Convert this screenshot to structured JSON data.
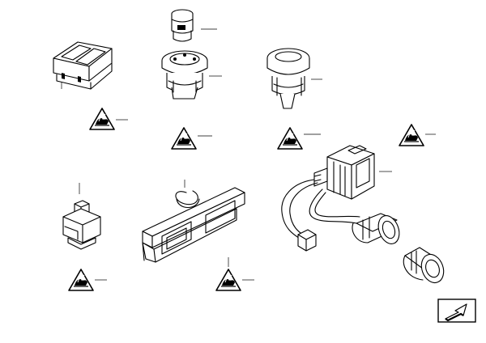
{
  "diagram": {
    "line_color": "#000000",
    "background": "#ffffff",
    "parts": [
      {
        "name": "window-switch",
        "icon": "rocker-switch-icon"
      },
      {
        "name": "push-button-cap",
        "icon": "push-button-icon"
      },
      {
        "name": "rotary-light-switch",
        "icon": "rotary-switch-icon"
      },
      {
        "name": "cigar-lighter-socket",
        "icon": "socket-icon"
      },
      {
        "name": "small-push-switch",
        "icon": "push-switch-icon"
      },
      {
        "name": "switch-strip",
        "icon": "switch-panel-icon"
      },
      {
        "name": "wiring-harness",
        "icon": "connector-harness-icon"
      },
      {
        "name": "lighter-element",
        "icon": "lighter-icon"
      }
    ],
    "warning_symbol": "esd-warning-triangle-icon",
    "navigation": "next-page-arrow-icon"
  }
}
